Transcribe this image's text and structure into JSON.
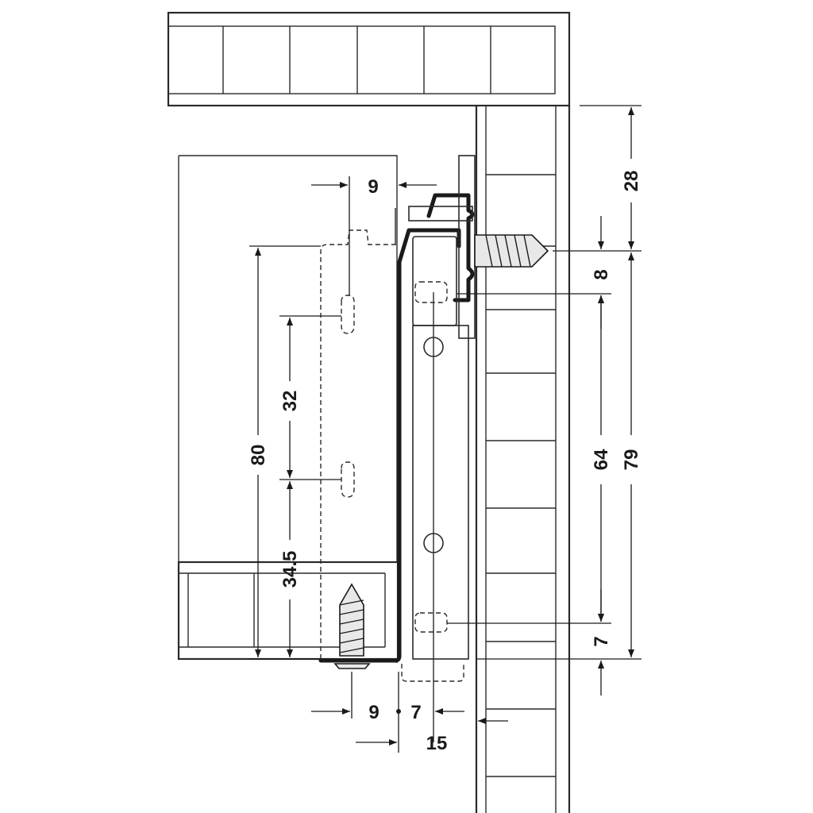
{
  "dimensions": {
    "top_offset": "9",
    "cabinet_gap_top": "28",
    "screw_offset": "8",
    "hole_spacing": "32",
    "total_height_left": "80",
    "bottom_offset_left": "34.5",
    "rail_span": "64",
    "total_height_right": "79",
    "bottom_gap_right": "7",
    "bottom_left_9": "9",
    "bottom_mid_7": "7",
    "bottom_width_15": "15"
  },
  "colors": {
    "line": "#1a1a1a",
    "background": "#ffffff"
  }
}
